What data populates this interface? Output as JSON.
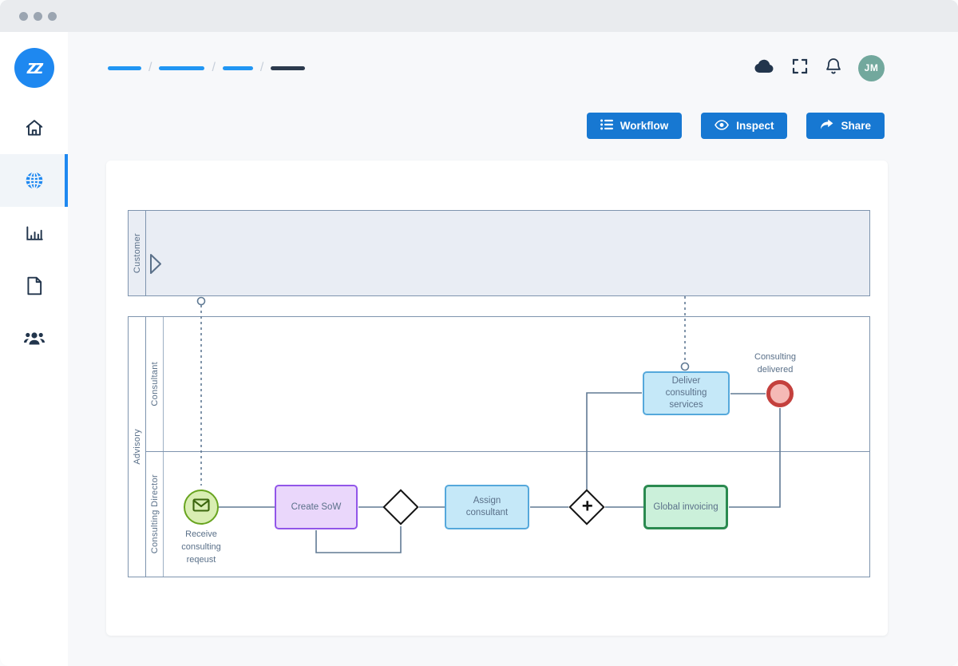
{
  "window": {
    "control_dots": 3
  },
  "sidebar": {
    "logo": {
      "text": "zz",
      "color": "#1e88f0"
    },
    "items": [
      {
        "id": "home",
        "icon": "home-icon",
        "active": false
      },
      {
        "id": "processes",
        "icon": "globe-icon",
        "active": true
      },
      {
        "id": "analytics",
        "icon": "bar-chart-icon",
        "active": false
      },
      {
        "id": "documents",
        "icon": "document-icon",
        "active": false
      },
      {
        "id": "team",
        "icon": "users-icon",
        "active": false
      }
    ]
  },
  "header": {
    "breadcrumb": {
      "separator": "/",
      "segments": [
        {
          "type": "link",
          "color": "#2196f3"
        },
        {
          "type": "link",
          "color": "#2196f3"
        },
        {
          "type": "link",
          "color": "#2196f3"
        },
        {
          "type": "current",
          "color": "#2c3a4d"
        }
      ]
    },
    "icons": [
      "cloud-icon",
      "fullscreen-icon",
      "bell-icon"
    ],
    "avatar": {
      "initials": "JM",
      "color": "#72a89d"
    }
  },
  "toolbar": {
    "accent": "#1778d2",
    "buttons": [
      {
        "label": "Workflow",
        "icon": "list-icon"
      },
      {
        "label": "Inspect",
        "icon": "eye-icon"
      },
      {
        "label": "Share",
        "icon": "share-icon"
      }
    ]
  },
  "diagram": {
    "pools": [
      {
        "label": "Customer",
        "type": "collapsed-pool"
      },
      {
        "label": "Advisory",
        "type": "pool",
        "lanes": [
          {
            "label": "Consultant"
          },
          {
            "label": "Consulting Director"
          }
        ]
      }
    ],
    "nodes": {
      "start": {
        "type": "message-start-event",
        "label": "Receive consulting reqeust"
      },
      "create_sow": {
        "type": "task",
        "label": "Create SoW",
        "fill": "#ead7fb",
        "border": "#9256e9"
      },
      "gateway_exclusive": {
        "type": "exclusive-gateway"
      },
      "assign_consultant": {
        "type": "task",
        "label": "Assign consultant",
        "fill": "#c5e8f8",
        "border": "#55a8db"
      },
      "gateway_parallel": {
        "type": "parallel-gateway",
        "marker": "+"
      },
      "global_invoicing": {
        "type": "task",
        "label": "Global invoicing",
        "fill": "#cbf0da",
        "border": "#2b8a50"
      },
      "deliver_services": {
        "type": "task",
        "label": "Deliver consulting services",
        "fill": "#c5e8f8",
        "border": "#55a8db"
      },
      "end": {
        "type": "end-event",
        "label": "Consulting delivered",
        "fill": "#f5b9b6",
        "border": "#c4403d"
      }
    },
    "flows": {
      "sequence": [
        "start -> create_sow",
        "create_sow -> gateway_exclusive",
        "gateway_exclusive -> assign_consultant",
        "gateway_exclusive -> create_sow (loop back)",
        "assign_consultant -> gateway_parallel",
        "gateway_parallel -> global_invoicing",
        "gateway_parallel -> deliver_services",
        "deliver_services -> end",
        "global_invoicing -> end"
      ],
      "message": [
        "Customer -> start (dashed)",
        "deliver_services -> Customer (dashed)"
      ]
    },
    "colors": {
      "connector": "#607a94",
      "pool_border": "#7e94ae",
      "pool_fill": "#e9edf4",
      "label_text": "#5a7089",
      "start_fill": "#d9eeb3",
      "start_border": "#68a41f"
    }
  }
}
